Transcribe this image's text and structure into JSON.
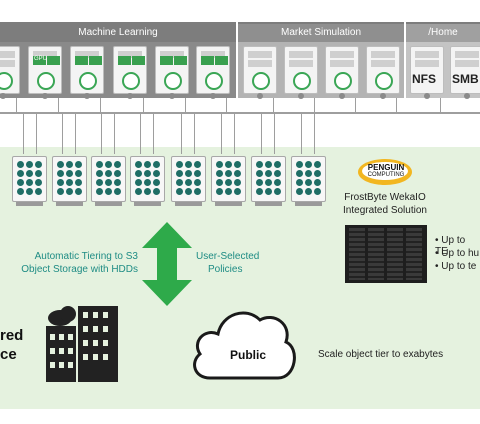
{
  "tiers": {
    "machine_learning": "Machine Learning",
    "market_simulation": "Market Simulation",
    "home": "/Home"
  },
  "gpu_label": "GPU",
  "nodes": {
    "nfs": "NFS",
    "smb": "SMB"
  },
  "vendor": {
    "logo_line1": "PENGUIN",
    "logo_line2": "COMPUTING",
    "solution_line1": "FrostByte WekaIO",
    "solution_line2": "Integrated Solution"
  },
  "bullets": [
    "Up to TE",
    "Up to hu",
    "Up to te"
  ],
  "arrow": {
    "left_line1": "Automatic Tiering to S3",
    "left_line2": "Object Storage with HDDs",
    "right_line1": "User-Selected",
    "right_line2": "Policies"
  },
  "building": {
    "line1": "red",
    "line2": "ce"
  },
  "cloud": {
    "label": "Public"
  },
  "scale_text": "Scale object tier to exabytes",
  "colors": {
    "header_dark": "#7d7d7d",
    "header_light": "#a8a8a8",
    "panel_green": "#e5f2df",
    "teal_text": "#1e8c84",
    "arrow_green": "#2eaa4a"
  }
}
